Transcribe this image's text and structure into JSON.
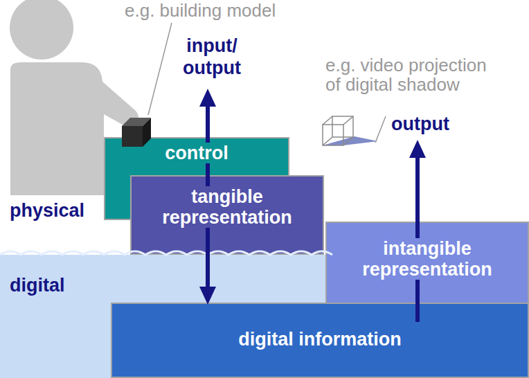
{
  "diagram": {
    "nodes": [
      {
        "text": [
          "control"
        ]
      },
      {
        "text": [
          "tangible representation"
        ]
      },
      {
        "text": [
          "intangible representation"
        ]
      },
      {
        "text": [
          "digital information"
        ]
      }
    ],
    "labels": [
      "e.g. building model",
      "input/ output",
      "e.g. video projection of digital shadow",
      "output",
      "physical",
      "digital"
    ]
  }
}
